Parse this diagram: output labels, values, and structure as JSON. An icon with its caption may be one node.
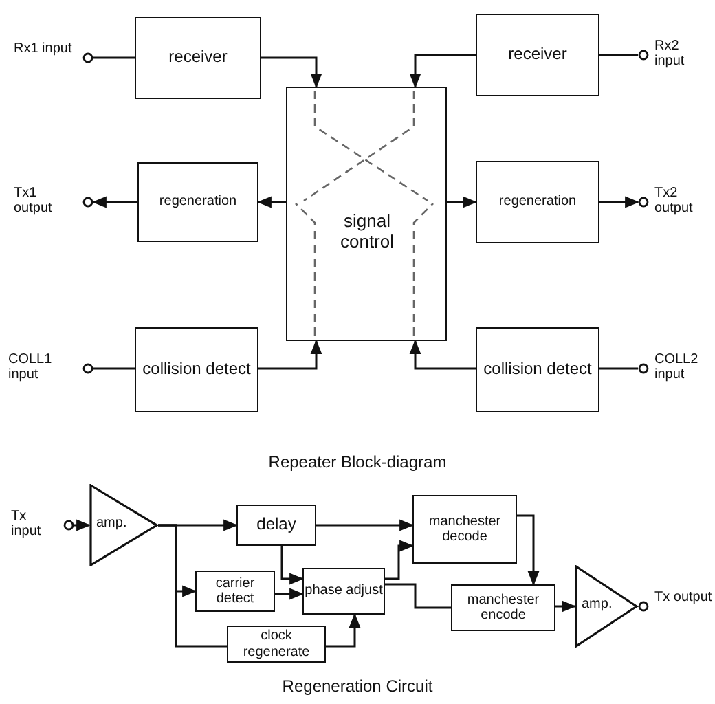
{
  "diagram": {
    "nodes": [
      {
        "text": [
          "Rx1 input"
        ]
      },
      {
        "text": [
          "receiver"
        ]
      },
      {
        "text": [
          "receiver"
        ]
      },
      {
        "text": [
          "Rx2 input"
        ]
      },
      {
        "text": [
          "Tx1 output"
        ]
      },
      {
        "text": [
          "regeneration"
        ]
      },
      {
        "text": [
          "signal control"
        ]
      },
      {
        "text": [
          "regeneration"
        ]
      },
      {
        "text": [
          "Tx2 output"
        ]
      },
      {
        "text": [
          "COLL1 input"
        ]
      },
      {
        "text": [
          "collision detect"
        ]
      },
      {
        "text": [
          "collision detect"
        ]
      },
      {
        "text": [
          "COLL2 input"
        ]
      },
      {
        "text": [
          "Tx input"
        ]
      },
      {
        "text": [
          "amp."
        ]
      },
      {
        "text": [
          "delay"
        ]
      },
      {
        "text": [
          "manchester decode"
        ]
      },
      {
        "text": [
          "carrier detect"
        ]
      },
      {
        "text": [
          "phase adjust"
        ]
      },
      {
        "text": [
          "manchester encode"
        ]
      },
      {
        "text": [
          "amp."
        ]
      },
      {
        "text": [
          "Tx output"
        ]
      },
      {
        "text": [
          "clock regenerate"
        ]
      }
    ],
    "edges": [
      {
        "from": 0,
        "to": 1,
        "arrow": "none"
      },
      {
        "from": 1,
        "to": 6,
        "arrow": "to"
      },
      {
        "from": 3,
        "to": 2,
        "arrow": "none"
      },
      {
        "from": 2,
        "to": 6,
        "arrow": "to"
      },
      {
        "from": 6,
        "to": 5,
        "arrow": "to"
      },
      {
        "from": 5,
        "to": 4,
        "arrow": "to"
      },
      {
        "from": 6,
        "to": 7,
        "arrow": "to"
      },
      {
        "from": 7,
        "to": 8,
        "arrow": "to"
      },
      {
        "from": 9,
        "to": 10,
        "arrow": "none"
      },
      {
        "from": 10,
        "to": 6,
        "arrow": "to"
      },
      {
        "from": 12,
        "to": 11,
        "arrow": "none"
      },
      {
        "from": 11,
        "to": 6,
        "arrow": "to"
      },
      {
        "from": 13,
        "to": 14,
        "arrow": "to"
      },
      {
        "from": 14,
        "to": 15,
        "arrow": "to"
      },
      {
        "from": 14,
        "to": 17,
        "arrow": "to"
      },
      {
        "from": 14,
        "to": 22,
        "arrow": "none"
      },
      {
        "from": 15,
        "to": 16,
        "arrow": "to"
      },
      {
        "from": 15,
        "to": 18,
        "arrow": "to"
      },
      {
        "from": 17,
        "to": 18,
        "arrow": "to"
      },
      {
        "from": 18,
        "to": 16,
        "arrow": "to"
      },
      {
        "from": 18,
        "to": 19,
        "arrow": "none"
      },
      {
        "from": 22,
        "to": 18,
        "arrow": "to"
      },
      {
        "from": 16,
        "to": 19,
        "arrow": "to"
      },
      {
        "from": 19,
        "to": 20,
        "arrow": "to"
      },
      {
        "from": 20,
        "to": 21,
        "arrow": "to"
      }
    ],
    "labels": [
      "Repeater Block-diagram",
      "Regeneration Circuit"
    ]
  }
}
